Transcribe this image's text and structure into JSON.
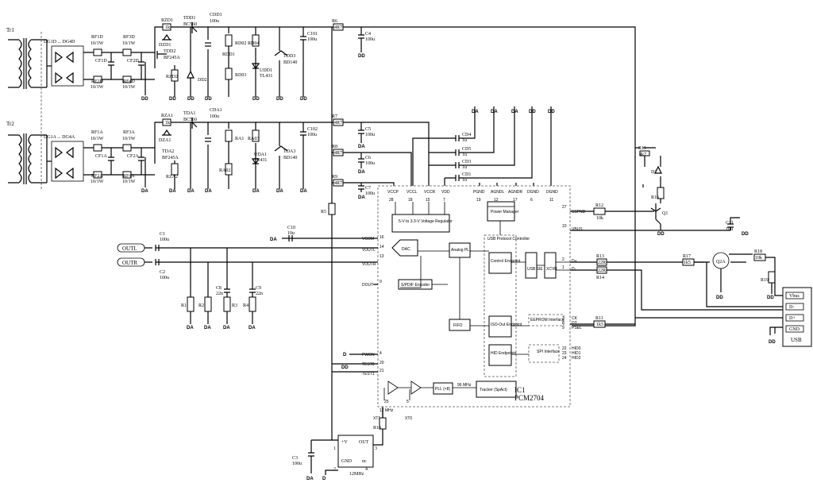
{
  "transformers": [
    "Tr1",
    "Tr2"
  ],
  "bridges": [
    "DG1D ... DG4D",
    "DG1A ... DG4A"
  ],
  "rf_resistors": [
    {
      "name": "RF1D",
      "value": "10/1W"
    },
    {
      "name": "RF3D",
      "value": "10/1W"
    },
    {
      "name": "RF2D",
      "value": "10/1W"
    },
    {
      "name": "RF4D",
      "value": "10/1W"
    },
    {
      "name": "RF1A",
      "value": "10/1W"
    },
    {
      "name": "RF3A",
      "value": "10/1W"
    },
    {
      "name": "RF2A",
      "value": "10/1W"
    },
    {
      "name": "RF4A",
      "value": "10/1W"
    }
  ],
  "rf_caps": [
    "CF1D",
    "CF2D",
    "CF1A",
    "CF2A"
  ],
  "digital_regulator": {
    "rzd": "RZD1",
    "rzd_val": "1k",
    "tdd1": "TDD1",
    "tdd1_type": "BC560",
    "dzd1": "DZD1",
    "tdd2": "TDD2",
    "tdd2_type": "BF245A",
    "rzd2": "RZD2",
    "dd2": "DD2",
    "cdd1": "CDD1",
    "cdd1_val": "100u",
    "rd1": "RDD1",
    "rd2": "RD02",
    "rd3": "RD03",
    "rd4": "RD04",
    "udd1": "UDD1",
    "udd1_type": "TL431",
    "tdd3": "TDD3",
    "tdd3_type": "BD140",
    "c101": "C101",
    "c101_val": "100u"
  },
  "analog_regulator": {
    "rza": "RZA1",
    "rza_val": "1k",
    "tda1": "TDA1",
    "tda1_type": "BC560",
    "dza1": "DZA1",
    "tda2": "TDA2",
    "tda2_type": "BF245A",
    "rza2": "RZA2",
    "cda1": "CDA1",
    "cda1_val": "100u",
    "ra1": "RA1",
    "ra2": "RA02",
    "ra3": "RA03",
    "uda1": "UDA1",
    "uda1_type": "TL431",
    "tda3": "TDA3",
    "tda3_type": "BD140",
    "c102": "C102",
    "c102_val": "100u"
  },
  "series_resistors": [
    {
      "name": "R6",
      "value": "4R7"
    },
    {
      "name": "R7",
      "value": "4R7"
    },
    {
      "name": "R8",
      "value": "4R7"
    },
    {
      "name": "R9",
      "value": "4R7"
    }
  ],
  "bypass_caps": [
    {
      "name": "C4",
      "value": "100u"
    },
    {
      "name": "C5",
      "value": "100u"
    },
    {
      "name": "C6",
      "value": "100u"
    },
    {
      "name": "C7",
      "value": "100u"
    }
  ],
  "decoupling_caps": [
    {
      "name": "CD4",
      "value": "1u"
    },
    {
      "name": "CD5",
      "value": "1u"
    },
    {
      "name": "CD3",
      "value": "1u"
    },
    {
      "name": "CD1",
      "value": "1u"
    }
  ],
  "ground_labels": {
    "dd": "DD",
    "da": "DA",
    "d": "D"
  },
  "top_rail_labels": [
    "DA",
    "DA",
    "DA",
    "DD",
    "DD"
  ],
  "ic": {
    "name": "IC1",
    "part": "PCM2704",
    "pins_top": [
      {
        "num": "28",
        "name": "VCCP"
      },
      {
        "num": "18",
        "name": "VCCL"
      },
      {
        "num": "15",
        "name": "VCCR"
      },
      {
        "num": "7",
        "name": "VDD"
      },
      {
        "num": "19",
        "name": "PGND"
      },
      {
        "num": "12",
        "name": "AGNDL"
      },
      {
        "num": "17",
        "name": "AGNDR"
      },
      {
        "num": "6",
        "name": "DGND"
      },
      {
        "num": "11",
        "name": "DGND"
      }
    ],
    "left_pins": [
      {
        "num": "16",
        "name": "VCOM"
      },
      {
        "num": "14",
        "name": "VOUTL"
      },
      {
        "num": "13",
        "name": "VOUTR"
      },
      {
        "num": "9",
        "name": "DOUT"
      },
      {
        "num": "4",
        "name": "PWON"
      },
      {
        "num": "20",
        "name": "TEST0"
      },
      {
        "num": "21",
        "name": "TEST1"
      }
    ],
    "right_pins": [
      {
        "num": "27",
        "name": "SSPND"
      },
      {
        "num": "10",
        "name": "VBUS"
      },
      {
        "num": "2",
        "name": "D+"
      },
      {
        "num": "1",
        "name": "D-"
      },
      {
        "num": "3",
        "name": "CK"
      },
      {
        "num": "8",
        "name": "DT"
      },
      {
        "num": "9",
        "name": "PSEL"
      },
      {
        "num": "22",
        "name": "HID0"
      },
      {
        "num": "23",
        "name": "HID1"
      },
      {
        "num": "24",
        "name": "HID2"
      }
    ],
    "blocks": {
      "vreg": "5-V to 3.3-V Voltage Regulator",
      "pm": "Power Manager",
      "dac": "DAC",
      "pll": "Analog PLL",
      "spdif": "S/PDIF Encoder",
      "fifo": "FIFO",
      "usb": "USB Protocol Controller",
      "ctrl": "Control Endpoint",
      "iso": "ISO-Out Endpoint",
      "hid": "HID Endpoints",
      "xcvr": "XCVR",
      "usbsie": "USB SIE",
      "eeprom": "EEPROM Interface",
      "spi": "SPI Interface",
      "pllx": "PLL (×8)",
      "tracker": "Tracker (SpAct)",
      "freq1": "96 MHz",
      "freq2": "12 MHz",
      "xt1": "XT1",
      "xt0": "XT0",
      "pin25": "25",
      "pin5": "5"
    }
  },
  "outputs": {
    "outl": "OUTL",
    "outr": "OUTR"
  },
  "output_caps": [
    {
      "name": "C1",
      "value": "100u"
    },
    {
      "name": "C2",
      "value": "100u"
    },
    {
      "name": "C8",
      "value": "22n"
    },
    {
      "name": "C9",
      "value": "22n"
    },
    {
      "name": "C10",
      "value": "10u"
    }
  ],
  "output_res": [
    "R1",
    "R2",
    "R3",
    "R4",
    "R5"
  ],
  "usb_side": {
    "r12": "R12",
    "r12_val": "10k",
    "r13": "R13",
    "r13_val": "22R",
    "r14": "R14",
    "r14_val": "22R",
    "r11": "R11",
    "r11_val": "1k5",
    "r15": "R15",
    "r15_val": "4k7",
    "r16": "R16",
    "q1": "Q1",
    "d1": "D1",
    "r17": "R17",
    "r17_val": "1k5",
    "q2": "Q2A",
    "r18": "R18",
    "r18_val": "10k",
    "r19": "R19",
    "c11": "C11",
    "c11_val": "10u",
    "dd": "DD"
  },
  "usb_connector": {
    "title": "USB",
    "pins": [
      "Vbus",
      "D-",
      "D+",
      "GND"
    ]
  },
  "osc": {
    "name": "12MHz",
    "pins": {
      "vplus": "+V",
      "out": "OUT",
      "gnd": "GND",
      "nc": "nc"
    },
    "pinnums": [
      "1",
      "2",
      "3",
      "4"
    ],
    "r10": "R10",
    "c3": "C3",
    "c3_val": "100u"
  },
  "pin_refs": {
    "p27": "27",
    "p10": "10",
    "p2": "2",
    "p1": "1",
    "p3": "3",
    "p8": "8",
    "p9": "9",
    "p22": "22",
    "p23": "23",
    "p24": "24"
  }
}
